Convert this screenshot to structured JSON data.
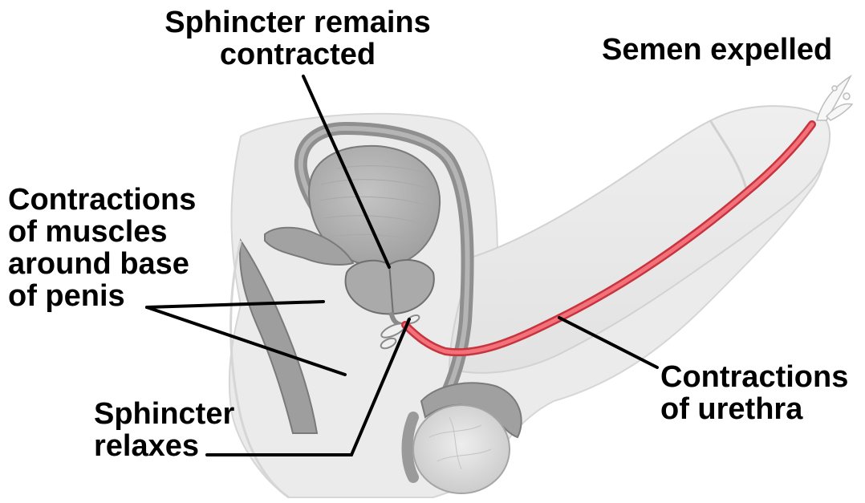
{
  "diagram": {
    "labels": {
      "sphincter_contracted": {
        "line1": "Sphincter remains",
        "line2": "contracted"
      },
      "semen_expelled": "Semen expelled",
      "muscle_contractions": {
        "line1": "Contractions",
        "line2": "of muscles",
        "line3": "around base",
        "line4": "of penis"
      },
      "sphincter_relaxes": {
        "line1": "Sphincter",
        "line2": "relaxes"
      },
      "urethra_contractions": {
        "line1": "Contractions",
        "line2": "of urethra"
      }
    },
    "colors": {
      "tissue_fill": "#e9e9e9",
      "tissue_outline": "#d4d4d4",
      "organ_gray": "#9a9a9a",
      "organ_dark": "#6f6f6f",
      "urethra_red": "#e8474f",
      "testis_fill": "#d9d9d9",
      "leader_line": "#000000"
    }
  }
}
